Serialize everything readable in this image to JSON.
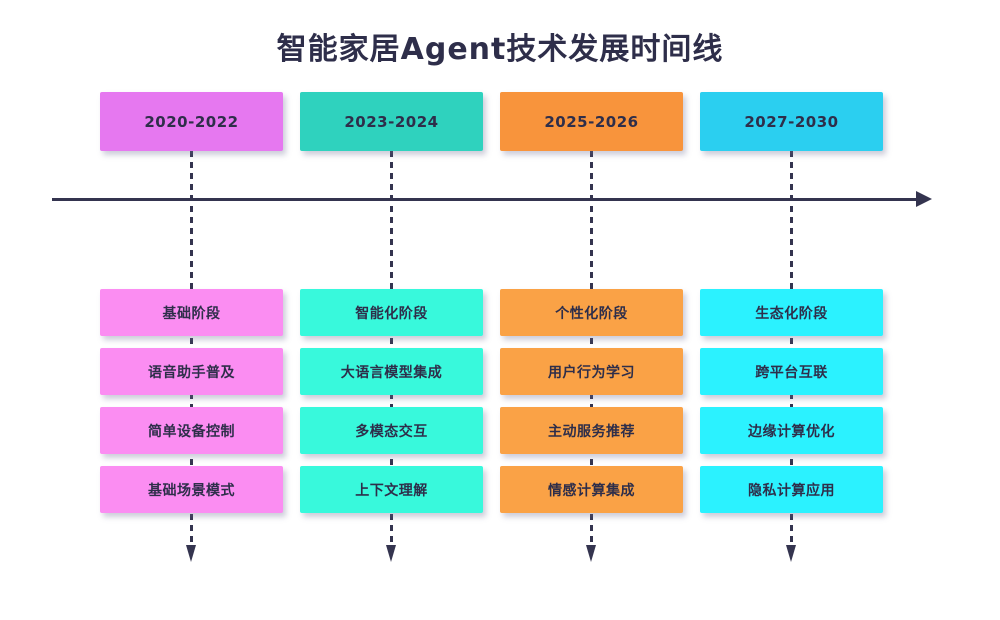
{
  "title": "智能家居Agent技术发展时间线",
  "theme": {
    "ink_color": "#2E2E4A",
    "axis_color": "#34344F",
    "background_color": "#FFFFFF"
  },
  "columns": [
    {
      "period": "2020-2022",
      "header_color": "#E678F0",
      "item_color": "#FB8DF2",
      "items": [
        "基础阶段",
        "语音助手普及",
        "简单设备控制",
        "基础场景模式"
      ]
    },
    {
      "period": "2023-2024",
      "header_color": "#2FD2BE",
      "item_color": "#38F9DC",
      "items": [
        "智能化阶段",
        "大语言模型集成",
        "多模态交互",
        "上下文理解"
      ]
    },
    {
      "period": "2025-2026",
      "header_color": "#F8943C",
      "item_color": "#FAA246",
      "items": [
        "个性化阶段",
        "用户行为学习",
        "主动服务推荐",
        "情感计算集成"
      ]
    },
    {
      "period": "2027-2030",
      "header_color": "#2BCFF0",
      "item_color": "#2BF2FF",
      "items": [
        "生态化阶段",
        "跨平台互联",
        "边缘计算优化",
        "隐私计算应用"
      ]
    }
  ]
}
